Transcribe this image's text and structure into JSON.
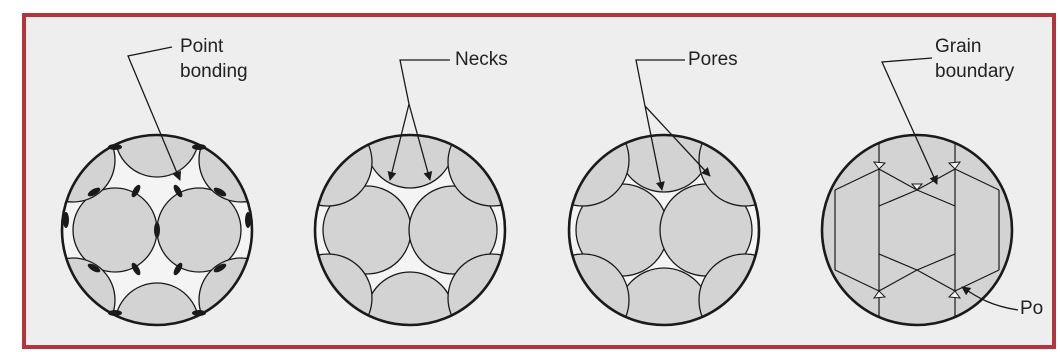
{
  "stages": [
    {
      "name": "point-bonding",
      "label_lines": [
        "Point",
        "bonding"
      ]
    },
    {
      "name": "necks",
      "label_lines": [
        "Necks"
      ]
    },
    {
      "name": "pores",
      "label_lines": [
        "Pores"
      ]
    },
    {
      "name": "grain-boundary",
      "label_lines": [
        "Grain",
        "boundary"
      ]
    }
  ],
  "extra_labels": {
    "pore_label": "Po"
  },
  "colors": {
    "frame_border": "#b4343c",
    "panel_background": "#eeeeef",
    "particle_fill": "#d3d3d3",
    "outline": "#1a1a1a",
    "pore_fill": "#f4f4f4"
  }
}
